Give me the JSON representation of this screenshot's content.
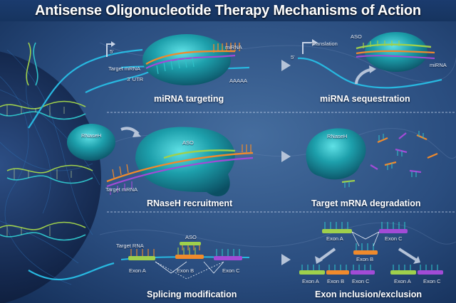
{
  "title": "Antisense Oligonucleotide Therapy Mechanisms of Action",
  "colors": {
    "background": "#1d3a66",
    "protein": "#1aa6b0",
    "strand_orange": "#f08a2c",
    "strand_purple": "#a24bd6",
    "strand_teal": "#2fc1c8",
    "strand_green": "#9fd04c",
    "backbone": "#28b8e0"
  },
  "panels": {
    "mirna_targeting": {
      "heading": "miRNA targeting",
      "labels": {
        "five_prime": "5'",
        "target_mrna": "Target mRNA",
        "utr": "3' UTR",
        "mirna": "miRNA",
        "polya": "AAAAA"
      }
    },
    "mirna_sequestration": {
      "heading": "miRNA sequestration",
      "labels": {
        "five_prime": "5'",
        "translation": "Translation",
        "aso": "ASO",
        "mirna": "miRNA"
      }
    },
    "rnaseh_recruitment": {
      "heading": "RNaseH recruitment",
      "labels": {
        "rnaseh": "RNaseH",
        "aso": "ASO",
        "target_mrna": "Target mRNA"
      }
    },
    "target_degradation": {
      "heading": "Target mRNA degradation",
      "labels": {
        "rnaseh": "RNaseH"
      }
    },
    "splicing_modification": {
      "heading": "Splicing modification",
      "labels": {
        "target_rna": "Target RNA",
        "aso": "ASO",
        "exon_a": "Exon A",
        "exon_b": "Exon B",
        "exon_c": "Exon C"
      }
    },
    "exon_inclusion": {
      "heading": "Exon inclusion/exclusion",
      "labels": {
        "exon_a_top": "Exon A",
        "exon_c_top": "Exon C",
        "exon_b_mid": "Exon B",
        "exon_a_l": "Exon A",
        "exon_b_l": "Exon B",
        "exon_c_l": "Exon C",
        "exon_a_r": "Exon A",
        "exon_c_r": "Exon C"
      }
    }
  }
}
